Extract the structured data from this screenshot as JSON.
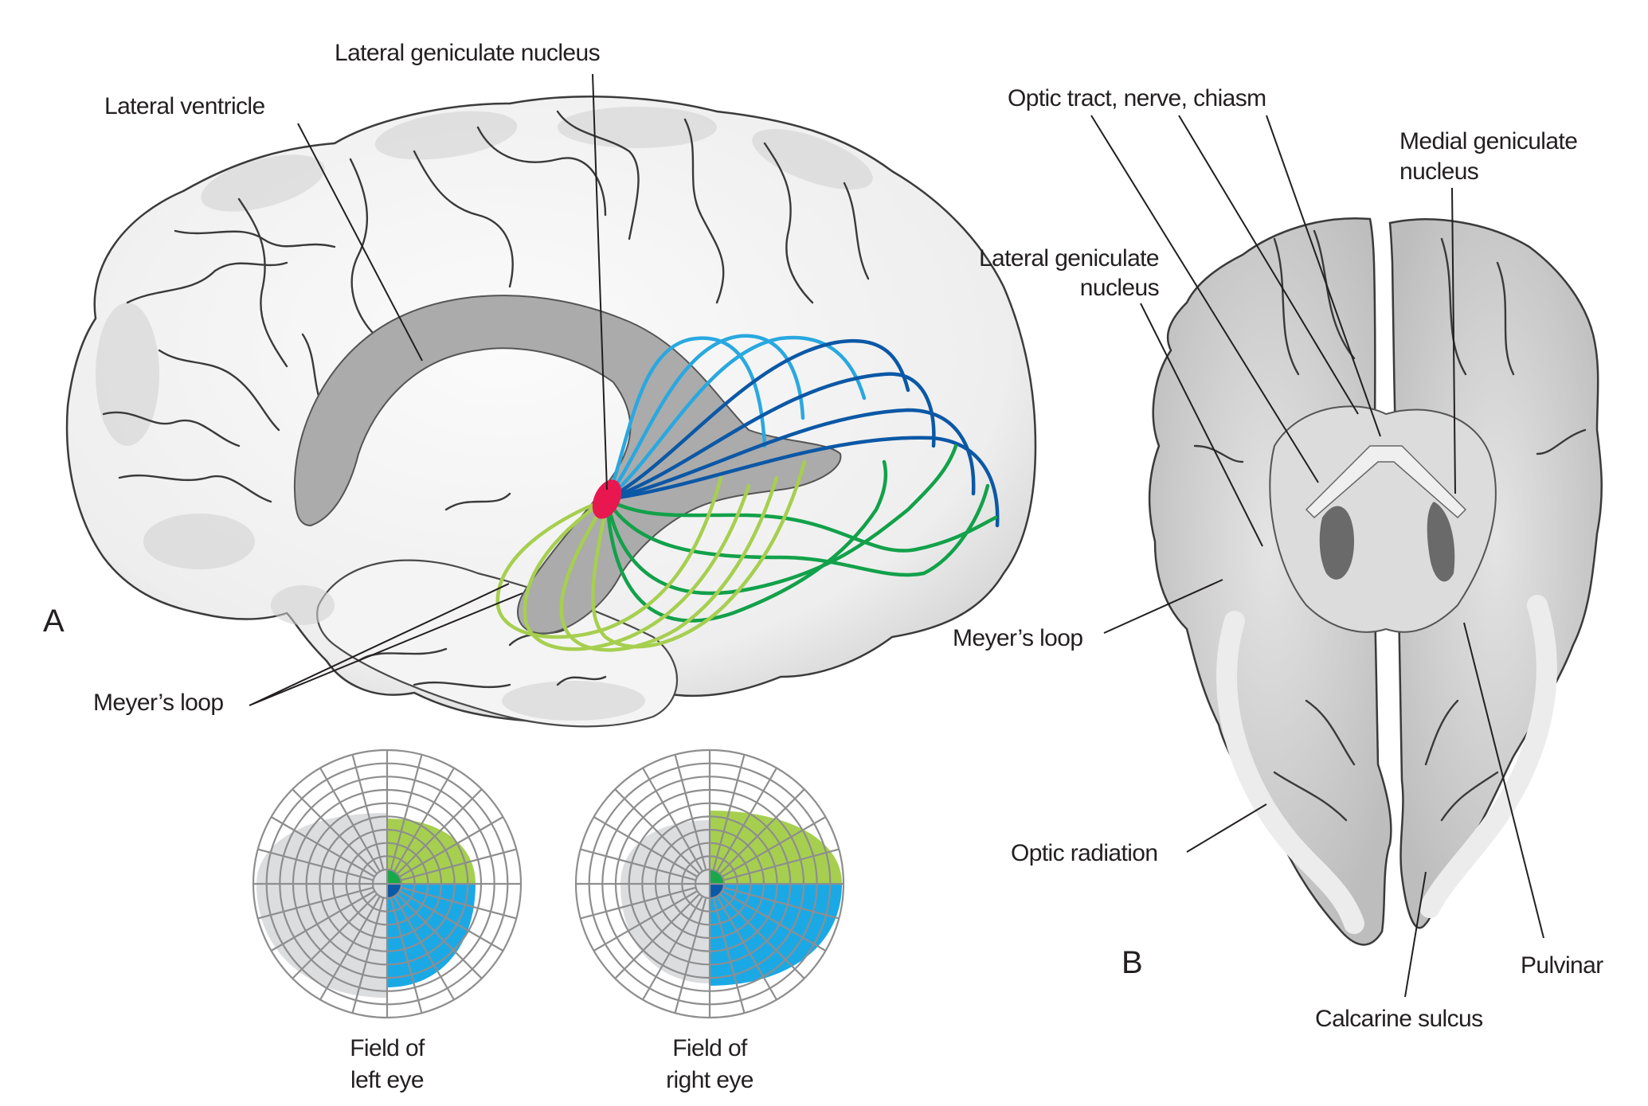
{
  "figure": {
    "panels": [
      {
        "id": "A",
        "label": "A",
        "description": "Medial-lateral view of brain showing optic radiation fibers"
      },
      {
        "id": "B",
        "label": "B",
        "description": "Horizontal brain section"
      }
    ],
    "panel_a": {
      "labels": {
        "lgn": "Lateral geniculate nucleus",
        "lateral_ventricle": "Lateral ventricle",
        "meyers_loop": "Meyer’s loop"
      }
    },
    "panel_b": {
      "labels": {
        "optic_tract": "Optic tract, nerve, chiasm",
        "medial_geniculate_line1": "Medial geniculate",
        "medial_geniculate_line2": "nucleus",
        "lateral_geniculate_line1": "Lateral geniculate",
        "lateral_geniculate_line2": "nucleus",
        "meyers_loop": "Meyer’s loop",
        "optic_radiation": "Optic radiation",
        "pulvinar": "Pulvinar",
        "calcarine_sulcus": "Calcarine sulcus"
      }
    },
    "visual_fields": [
      {
        "id": "left",
        "line1": "Field of",
        "line2": "left eye"
      },
      {
        "id": "right",
        "line1": "Field of",
        "line2": "right eye"
      }
    ],
    "colors": {
      "lgn": "#e8174f",
      "upper_fibers_light_blue": "#29a8e0",
      "upper_fibers_dark_blue": "#0b58a6",
      "lower_fibers_green": "#12a14a",
      "lower_fibers_light_green": "#a6cf4f",
      "field_gray": "#dcdddf",
      "field_upper_green": "#a6cf4f",
      "field_lower_blue": "#1ba9e6",
      "field_center_green": "#17a849",
      "field_center_blue": "#0b5aa8",
      "ventricle_gray": "#a9a9a9",
      "grid_gray": "#8e8e8e"
    }
  }
}
